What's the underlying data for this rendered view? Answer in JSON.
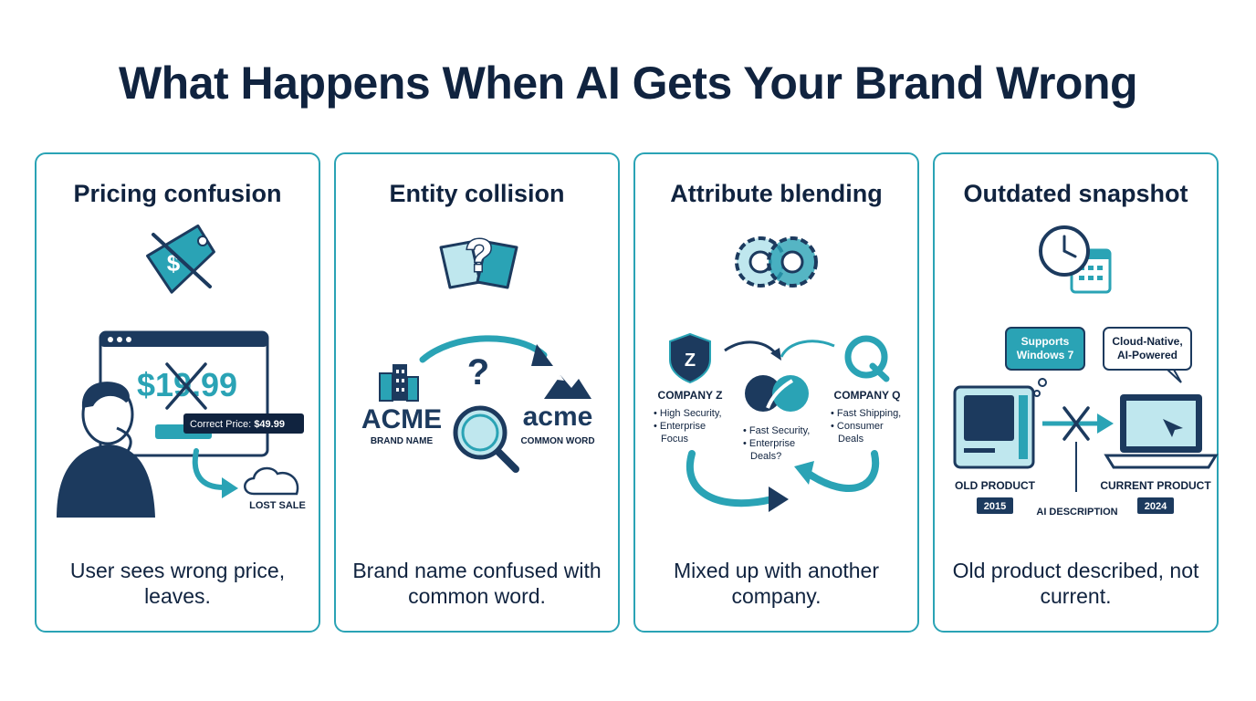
{
  "page": {
    "title": "What Happens When AI Gets Your Brand Wrong"
  },
  "colors": {
    "navy": "#1c3a5e",
    "teal": "#2aa3b5",
    "light_teal": "#bfe7ee",
    "text": "#10233f"
  },
  "cards": [
    {
      "title": "Pricing confusion",
      "icon": "price-tag-icon",
      "wrong_price": "$19.99",
      "price_tooltip_label": "Correct Price:",
      "price_tooltip_value": "$49.99",
      "outcome": "LOST SALE",
      "description": "User sees wrong price, leaves."
    },
    {
      "title": "Entity collision",
      "icon": "question-cards-icon",
      "brand_word": "ACME",
      "brand_caption": "BRAND NAME",
      "common_word": "acme",
      "common_caption": "COMMON WORD",
      "question": "?",
      "description": "Brand name confused with common word."
    },
    {
      "title": "Attribute blending",
      "icon": "gears-icon",
      "company_z": {
        "badge": "Z",
        "name": "COMPANY Z",
        "attributes": [
          "High Security,",
          "Enterprise",
          "Focus"
        ]
      },
      "company_q": {
        "badge": "Q",
        "name": "COMPANY Q",
        "attributes": [
          "Fast Shipping,",
          "Consumer",
          "Deals"
        ]
      },
      "blended_attributes": [
        "Fast Security,",
        "Enterprise",
        "Deals?"
      ],
      "description": "Mixed up with another company."
    },
    {
      "title": "Outdated snapshot",
      "icon": "clock-calendar-icon",
      "old_bubble": [
        "Supports",
        "Windows 7"
      ],
      "new_bubble": [
        "Cloud-Native,",
        "AI-Powered"
      ],
      "old_label": "OLD PRODUCT",
      "old_year": "2015",
      "middle_label": "AI DESCRIPTION",
      "current_label": "CURRENT PRODUCT",
      "current_year": "2024",
      "description": "Old product described, not current."
    }
  ]
}
